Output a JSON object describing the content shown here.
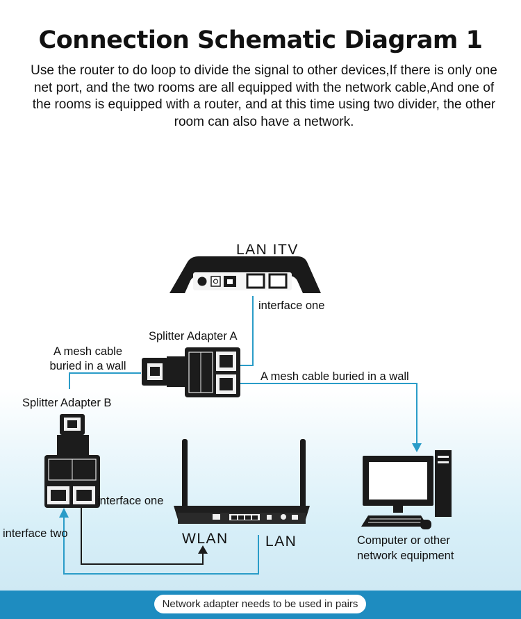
{
  "title": "Connection Schematic Diagram 1",
  "intro": "Use the router to do loop to divide the signal to other devices,If there is only one net port, and the two rooms are all equipped with the network cable,And one of the rooms is equipped with a router, and at this time using two divider, the other room can also have a network.",
  "labels": {
    "lan_itv": "LAN ITV",
    "interface_one_top": "interface one",
    "splitter_a": "Splitter Adapter A",
    "mesh_cable_left": "A mesh cable buried in a wall",
    "mesh_cable_right": "A mesh cable buried in a wall",
    "splitter_b": "Splitter Adapter B",
    "interface_one_bottom": "interface one",
    "interface_two": "interface two",
    "wlan": "WLAN",
    "lan": "LAN",
    "computer": "Computer or other network equipment"
  },
  "footer_note": "Network adapter needs to be used in pairs",
  "colors": {
    "cable": "#2a9cc8",
    "footer": "#1e8cc0",
    "device": "#1a1a1a"
  }
}
